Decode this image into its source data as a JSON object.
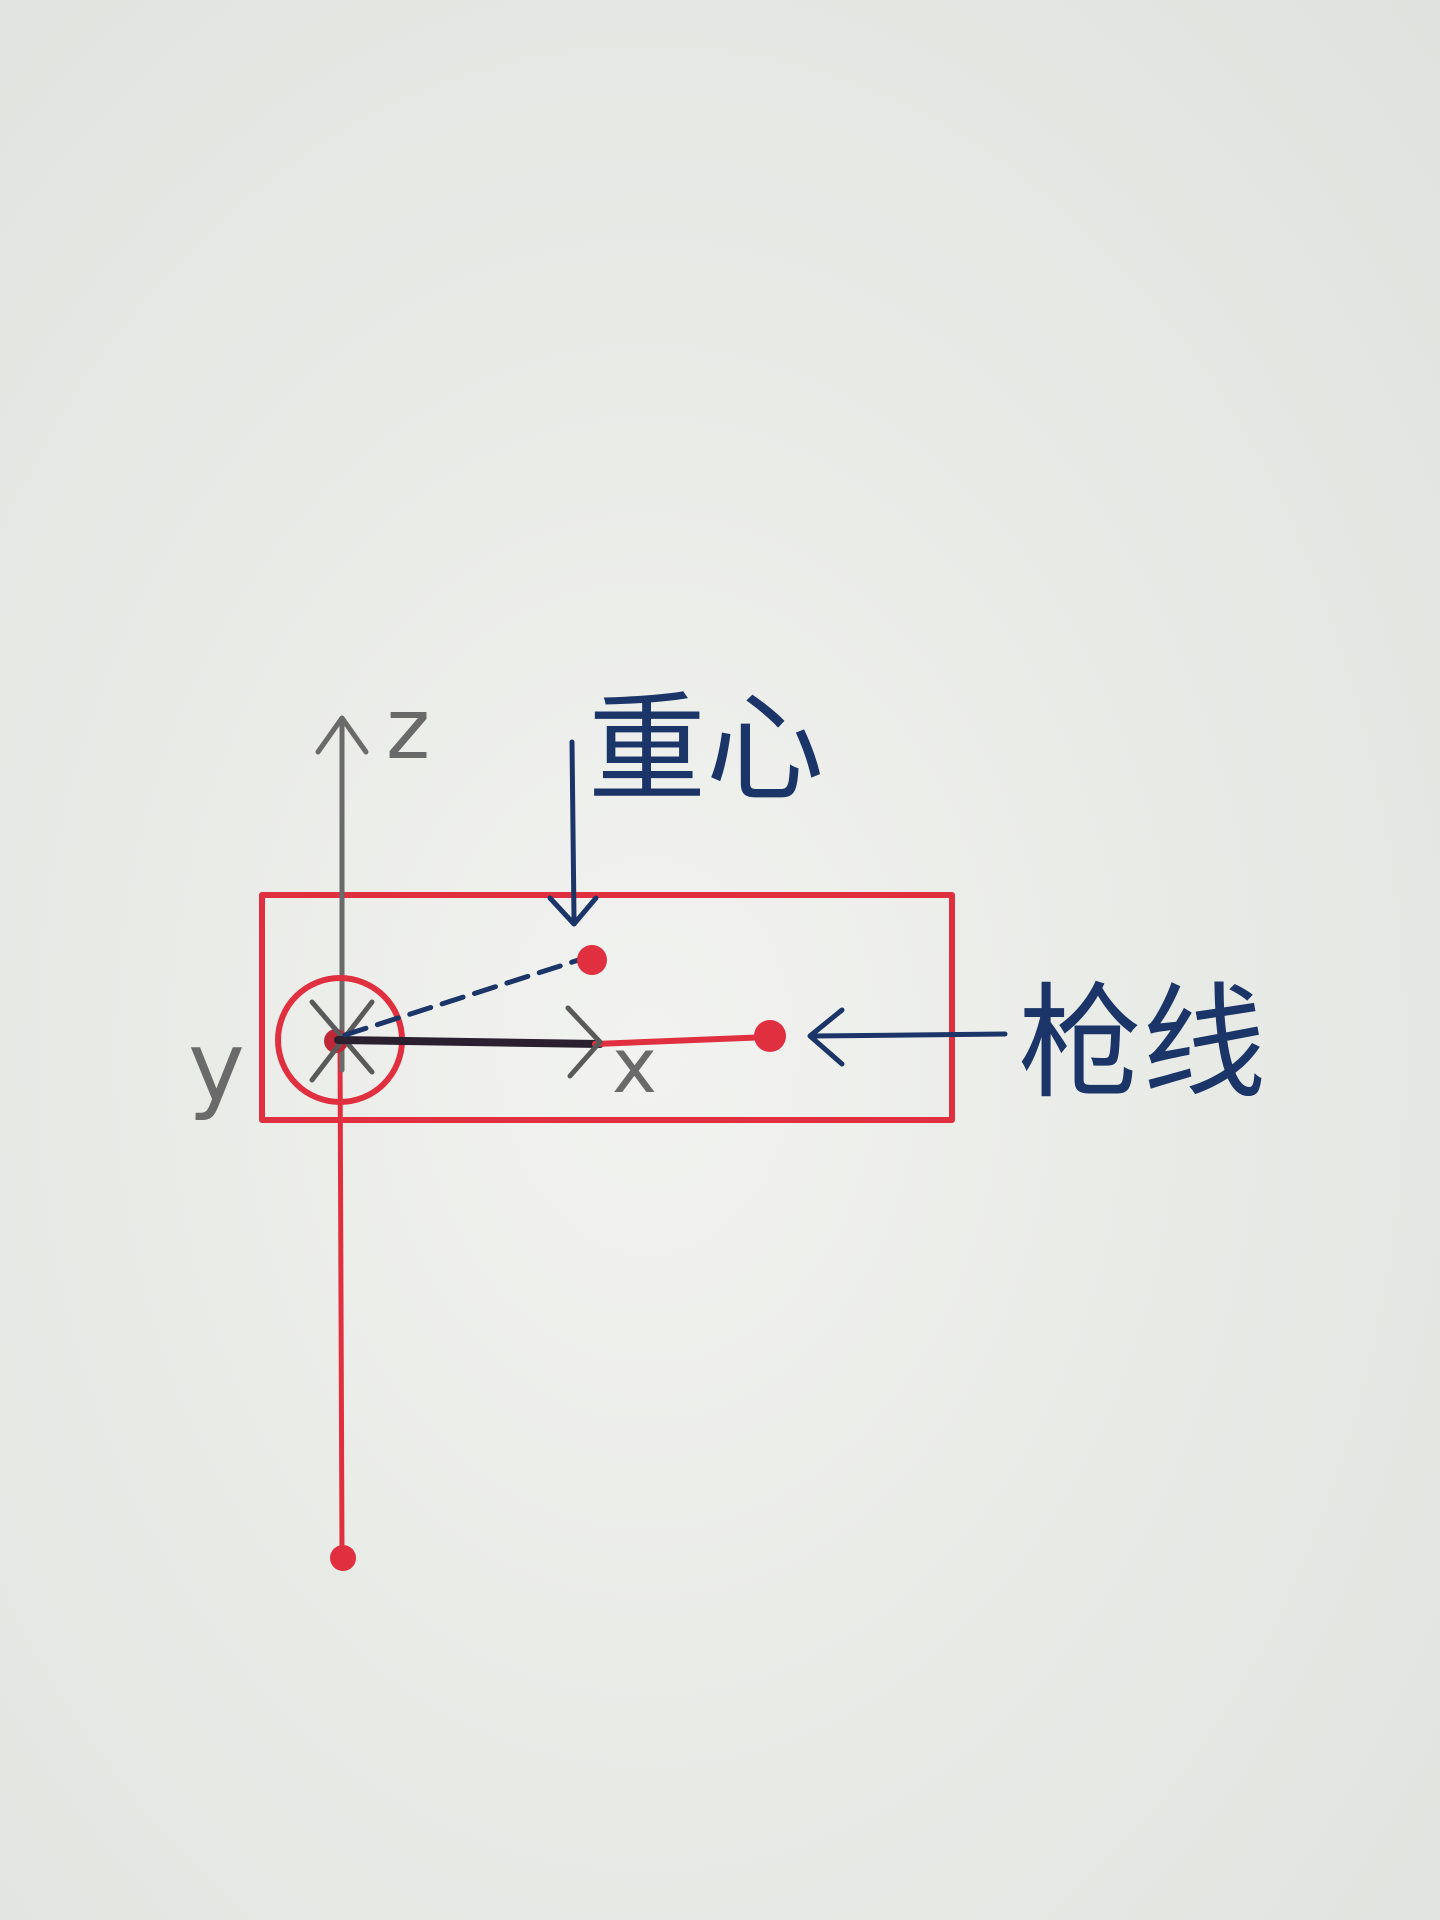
{
  "labels": {
    "z_axis": "z",
    "x_axis": "x",
    "y_axis": "y",
    "center_of_gravity": "重心",
    "gun_line": "枪线"
  },
  "colors": {
    "paper": "#e9ebe7",
    "red_pen": "#e0303f",
    "blue_pen": "#1b3568",
    "pencil": "#6a6a6a",
    "dark_ink": "#2a2030"
  }
}
